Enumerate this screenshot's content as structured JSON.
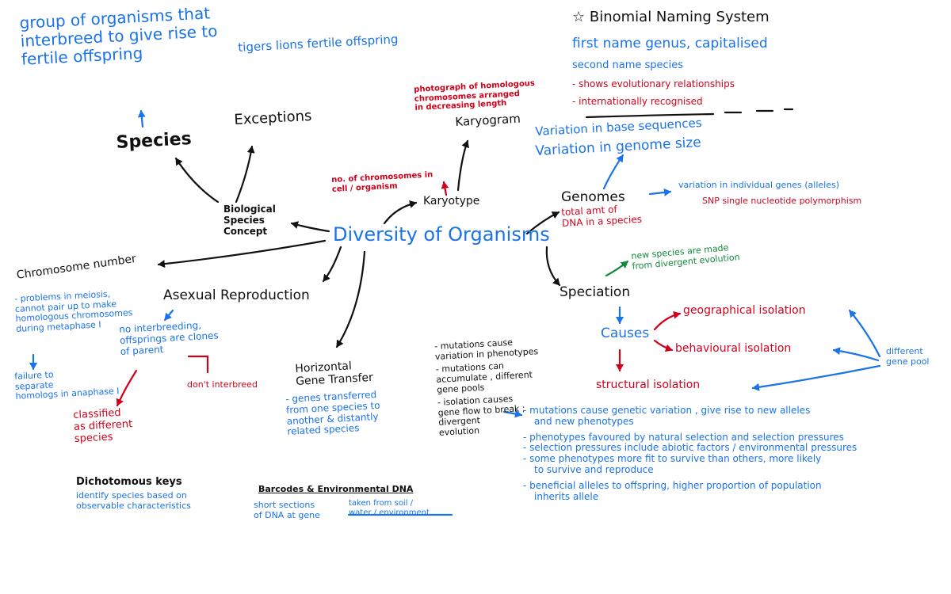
{
  "colors": {
    "blue": "#1a73e8",
    "red": "#d0021b",
    "black": "#111111",
    "green": "#128a3c"
  },
  "center": {
    "title": "Diversity of Organisms"
  },
  "species": {
    "def_line1": "group of organisms that",
    "def_line2": "interbreed to give rise to",
    "def_line3": "fertile offspring",
    "label": "Species"
  },
  "exceptions": {
    "note": "tigers lions fertile offspring",
    "label": "Exceptions"
  },
  "bsc": {
    "line1": "Biological",
    "line2": "Species",
    "line3": "Concept"
  },
  "karyogram": {
    "note_line1": "photograph of homologous",
    "note_line2": "chromosomes arranged",
    "note_line3": "in decreasing length",
    "label": "Karyogram"
  },
  "karyotype": {
    "note_line1": "no. of chromosomes in",
    "note_line2": "cell / organism",
    "label": "Karyotype"
  },
  "binomial": {
    "star": "☆",
    "title": "Binomial Naming System",
    "line1": "first name genus, capitalised",
    "line2": "second name species",
    "line3": "- shows evolutionary relationships",
    "line4": "- internationally recognised"
  },
  "genomes": {
    "var1": "Variation in base sequences",
    "var2": "Variation in genome size",
    "label": "Genomes",
    "def_line1": "total amt of",
    "def_line2": "DNA in a species",
    "indiv": "variation in individual genes (alleles)",
    "snp": "SNP single nucleotide polymorphism"
  },
  "chromosome": {
    "label": "Chromosome number",
    "line1": "- problems in meiosis,",
    "line2": "cannot pair up to make",
    "line3": "homologous chromosomes",
    "line4": "during metaphase I",
    "fail1": "failure to",
    "fail2": "separate",
    "fail3": "homologs in anaphase I"
  },
  "asexual": {
    "label": "Asexual Reproduction",
    "line1": "no interbreeding,",
    "line2": "offsprings are clones",
    "line3": "of parent",
    "noint": "don't interbreed",
    "class1": "classified",
    "class2": "as different",
    "class3": "species"
  },
  "hgt": {
    "label1": "Horizontal",
    "label2": "Gene Transfer",
    "line1": "- genes transferred",
    "line2": "from one species to",
    "line3": "another & distantly",
    "line4": "related species"
  },
  "dich": {
    "label": "Dichotomous keys",
    "line1": "identify species based on",
    "line2": "observable characteristics"
  },
  "barcode": {
    "label": "Barcodes & Environmental DNA",
    "line1": "short sections",
    "line2": "of DNA at gene",
    "line3": "taken from soil /",
    "line4": "water / environment"
  },
  "speciation": {
    "label": "Speciation",
    "green1": "new species are made",
    "green2": "from divergent evolution",
    "causes": "Causes",
    "geo": "geographical isolation",
    "beh": "behavioural isolation",
    "struct": "structural isolation",
    "diff1": "different",
    "diff2": "gene pool"
  },
  "mutations": {
    "m1a": "- mutations cause",
    "m1b": "variation in phenotypes",
    "m2a": "- mutations can",
    "m2b": "accumulate , different",
    "m2c": "gene pools",
    "m3a": "- isolation causes",
    "m3b": "gene flow to break ;",
    "m3c": "divergent",
    "m3d": "evolution"
  },
  "selection": {
    "s1a": "- mutations cause genetic variation , give rise to new alleles",
    "s1b": "and new phenotypes",
    "s2": "- phenotypes favoured by natural selection and selection pressures",
    "s3": "- selection pressures include abiotic factors / environmental pressures",
    "s4a": "- some phenotypes more fit to survive than others, more likely",
    "s4b": "to survive and reproduce",
    "s5a": "- beneficial alleles to offspring, higher proportion of population",
    "s5b": "inherits allele"
  }
}
